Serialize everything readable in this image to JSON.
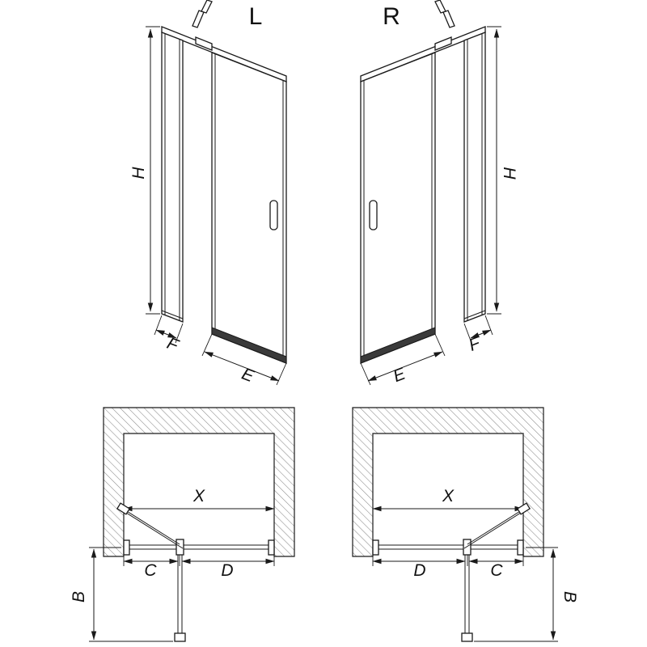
{
  "colors": {
    "line": "#1a1a1a",
    "background": "#ffffff",
    "door_rail": "#3a3a3a",
    "hatch": "#8a8a8a",
    "text": "#111111"
  },
  "views": {
    "l_3d": {
      "label": "L",
      "height_label": "H",
      "fixed_panel_label": "F",
      "door_width_label": "E"
    },
    "r_3d": {
      "label": "R",
      "height_label": "H",
      "fixed_panel_label": "F",
      "door_width_label": "E"
    },
    "l_plan": {
      "opening_width_label": "X",
      "fixed_segment_label": "C",
      "door_segment_label": "D",
      "depth_label": "B"
    },
    "r_plan": {
      "opening_width_label": "X",
      "fixed_segment_label": "C",
      "door_segment_label": "D",
      "depth_label": "B"
    }
  }
}
